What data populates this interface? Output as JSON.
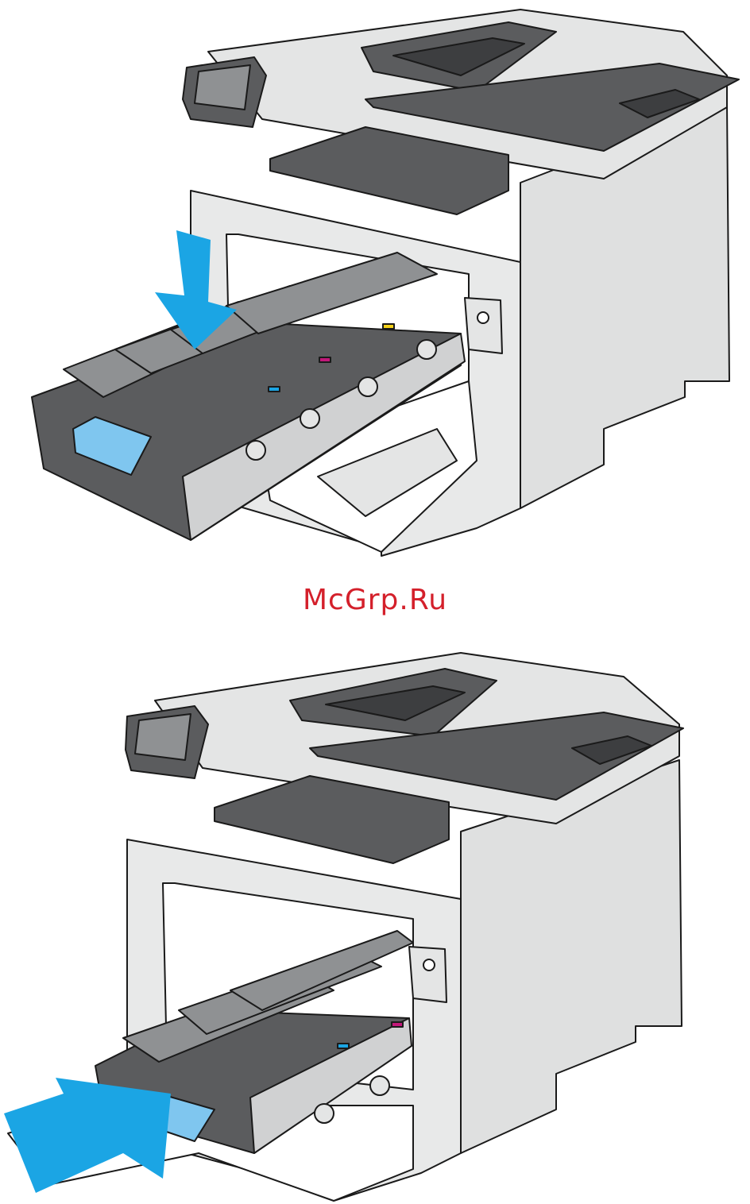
{
  "watermark": {
    "text": "McGrp.Ru"
  },
  "figures": [
    {
      "id": "insert-toner-drawer-down",
      "arrow_direction": "down"
    },
    {
      "id": "close-toner-drawer",
      "arrow_direction": "inward"
    }
  ],
  "colors": {
    "body": "#e4e5e5",
    "outline": "#1a1a1a",
    "dark_gray": "#5b5c5e",
    "mid_gray": "#8f9193",
    "drawer_handle": "#7fc6ef",
    "arrow": "#1ba5e4",
    "cyan_tab": "#1ba5e4",
    "magenta_tab": "#c2187a",
    "yellow_tab": "#f4d11a",
    "watermark": "#d4202b"
  }
}
